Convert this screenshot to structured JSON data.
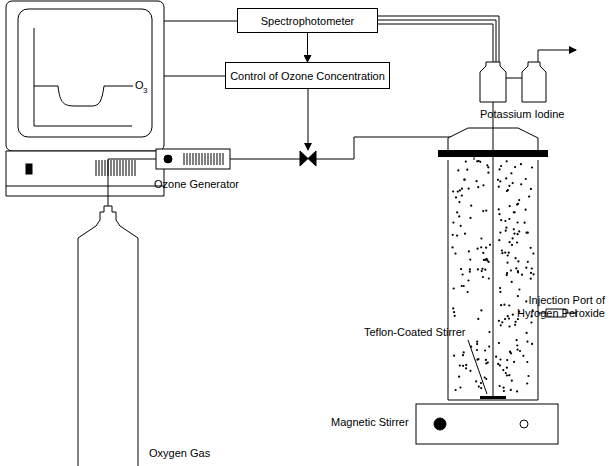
{
  "diagram": {
    "nodes": [
      {
        "text": [
          "Spectrophotometer"
        ]
      },
      {
        "text": [
          "Control of Ozone Concentration"
        ]
      }
    ],
    "edges": [
      {
        "from": 0,
        "to": 1,
        "arrow": "to"
      }
    ],
    "labels": [
      "O",
      "3",
      "Ozone Generator",
      "Potassium Iodine",
      "Injection Port of Hyrogen Peroxide",
      "Teflon-Coated Stirrer",
      "Magnetic Stirrer",
      "Oxygen Gas"
    ]
  }
}
